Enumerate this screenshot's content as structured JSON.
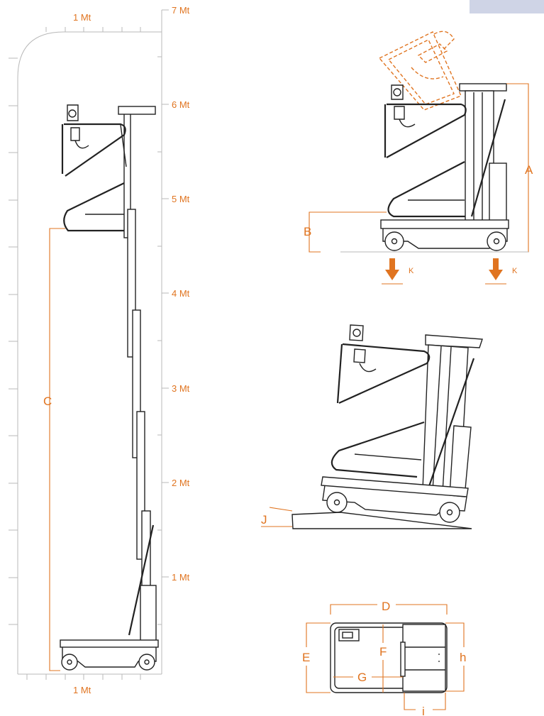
{
  "scale": {
    "top_label": "1 Mt",
    "bottom_label": "1 Mt",
    "heights": [
      "7 Mt",
      "6 Mt",
      "5 Mt",
      "4 Mt",
      "3 Mt",
      "2 Mt",
      "1 Mt"
    ]
  },
  "dimensions": {
    "A": "A",
    "B": "B",
    "C": "C",
    "D": "D",
    "E": "E",
    "F": "F",
    "G": "G",
    "h": "h",
    "i": "i",
    "J": "J",
    "K_left": "K",
    "K_right": "K"
  },
  "colors": {
    "accent": "#e07420",
    "line": "#222222",
    "grid": "#b8b8b8",
    "tab": "#cfd4e6"
  }
}
